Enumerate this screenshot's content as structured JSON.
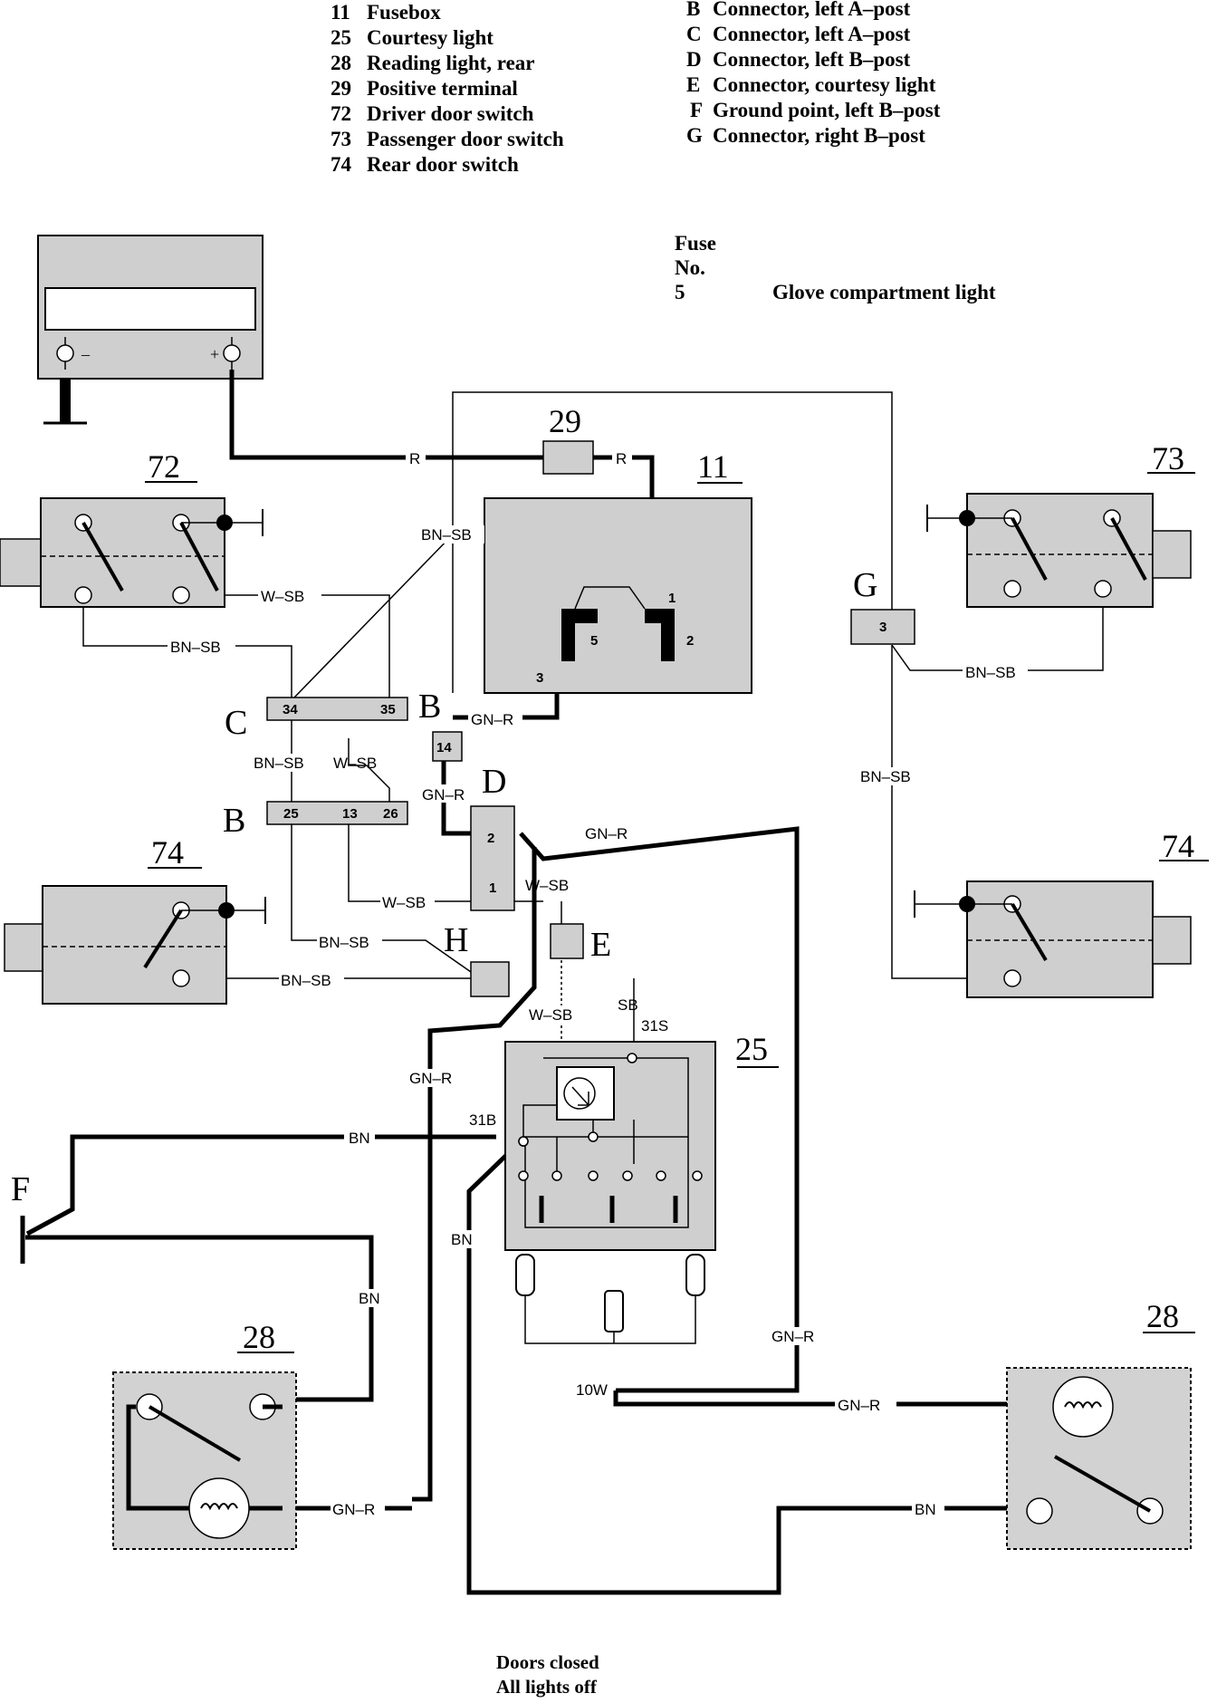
{
  "legend_left": [
    {
      "num": "11",
      "text": "Fusebox"
    },
    {
      "num": "25",
      "text": "Courtesy light"
    },
    {
      "num": "28",
      "text": "Reading light, rear"
    },
    {
      "num": "29",
      "text": "Positive terminal"
    },
    {
      "num": "72",
      "text": "Driver door switch"
    },
    {
      "num": "73",
      "text": "Passenger door switch"
    },
    {
      "num": "74",
      "text": "Rear door switch"
    }
  ],
  "legend_right": [
    {
      "id": "B",
      "text": "Connector, left A–post"
    },
    {
      "id": "C",
      "text": "Connector, left A–post"
    },
    {
      "id": "D",
      "text": "Connector, left B–post"
    },
    {
      "id": "E",
      "text": "Connector, courtesy light"
    },
    {
      "id": "F",
      "text": "Ground point, left B–post"
    },
    {
      "id": "G",
      "text": "Connector, right B–post"
    }
  ],
  "fuse_table": {
    "header1": "Fuse",
    "header2": "No.",
    "fuse_no": "5",
    "fuse_desc": "Glove compartment light"
  },
  "components": {
    "c72": "72",
    "c73": "73",
    "c74_left": "74",
    "c74_right": "74",
    "c11": "11",
    "c29": "29",
    "c25": "25",
    "c28_left": "28",
    "c28_right": "28"
  },
  "connectors": {
    "C": "C",
    "B_upper": "B",
    "B_lower": "B",
    "D": "D",
    "E": "E",
    "G": "G",
    "H": "H",
    "F": "F"
  },
  "pins": {
    "C_34": "34",
    "C_35": "35",
    "B_25": "25",
    "B_13": "13",
    "B_26": "26",
    "B_14": "14",
    "D_2": "2",
    "D_1": "1",
    "G_3": "3",
    "fuse_1": "1",
    "fuse_2": "2",
    "fuse_3": "3",
    "fuse_5": "5"
  },
  "wire_labels": {
    "R": "R",
    "BN_SB": "BN–SB",
    "W_SB": "W–SB",
    "GN_R": "GN–R",
    "BN": "BN",
    "SB": "SB",
    "t31S": "31S",
    "t31B": "31B",
    "w10W": "10W",
    "minus": "–",
    "plus": "+"
  },
  "caption": {
    "line1": "Doors closed",
    "line2": "All lights off"
  }
}
